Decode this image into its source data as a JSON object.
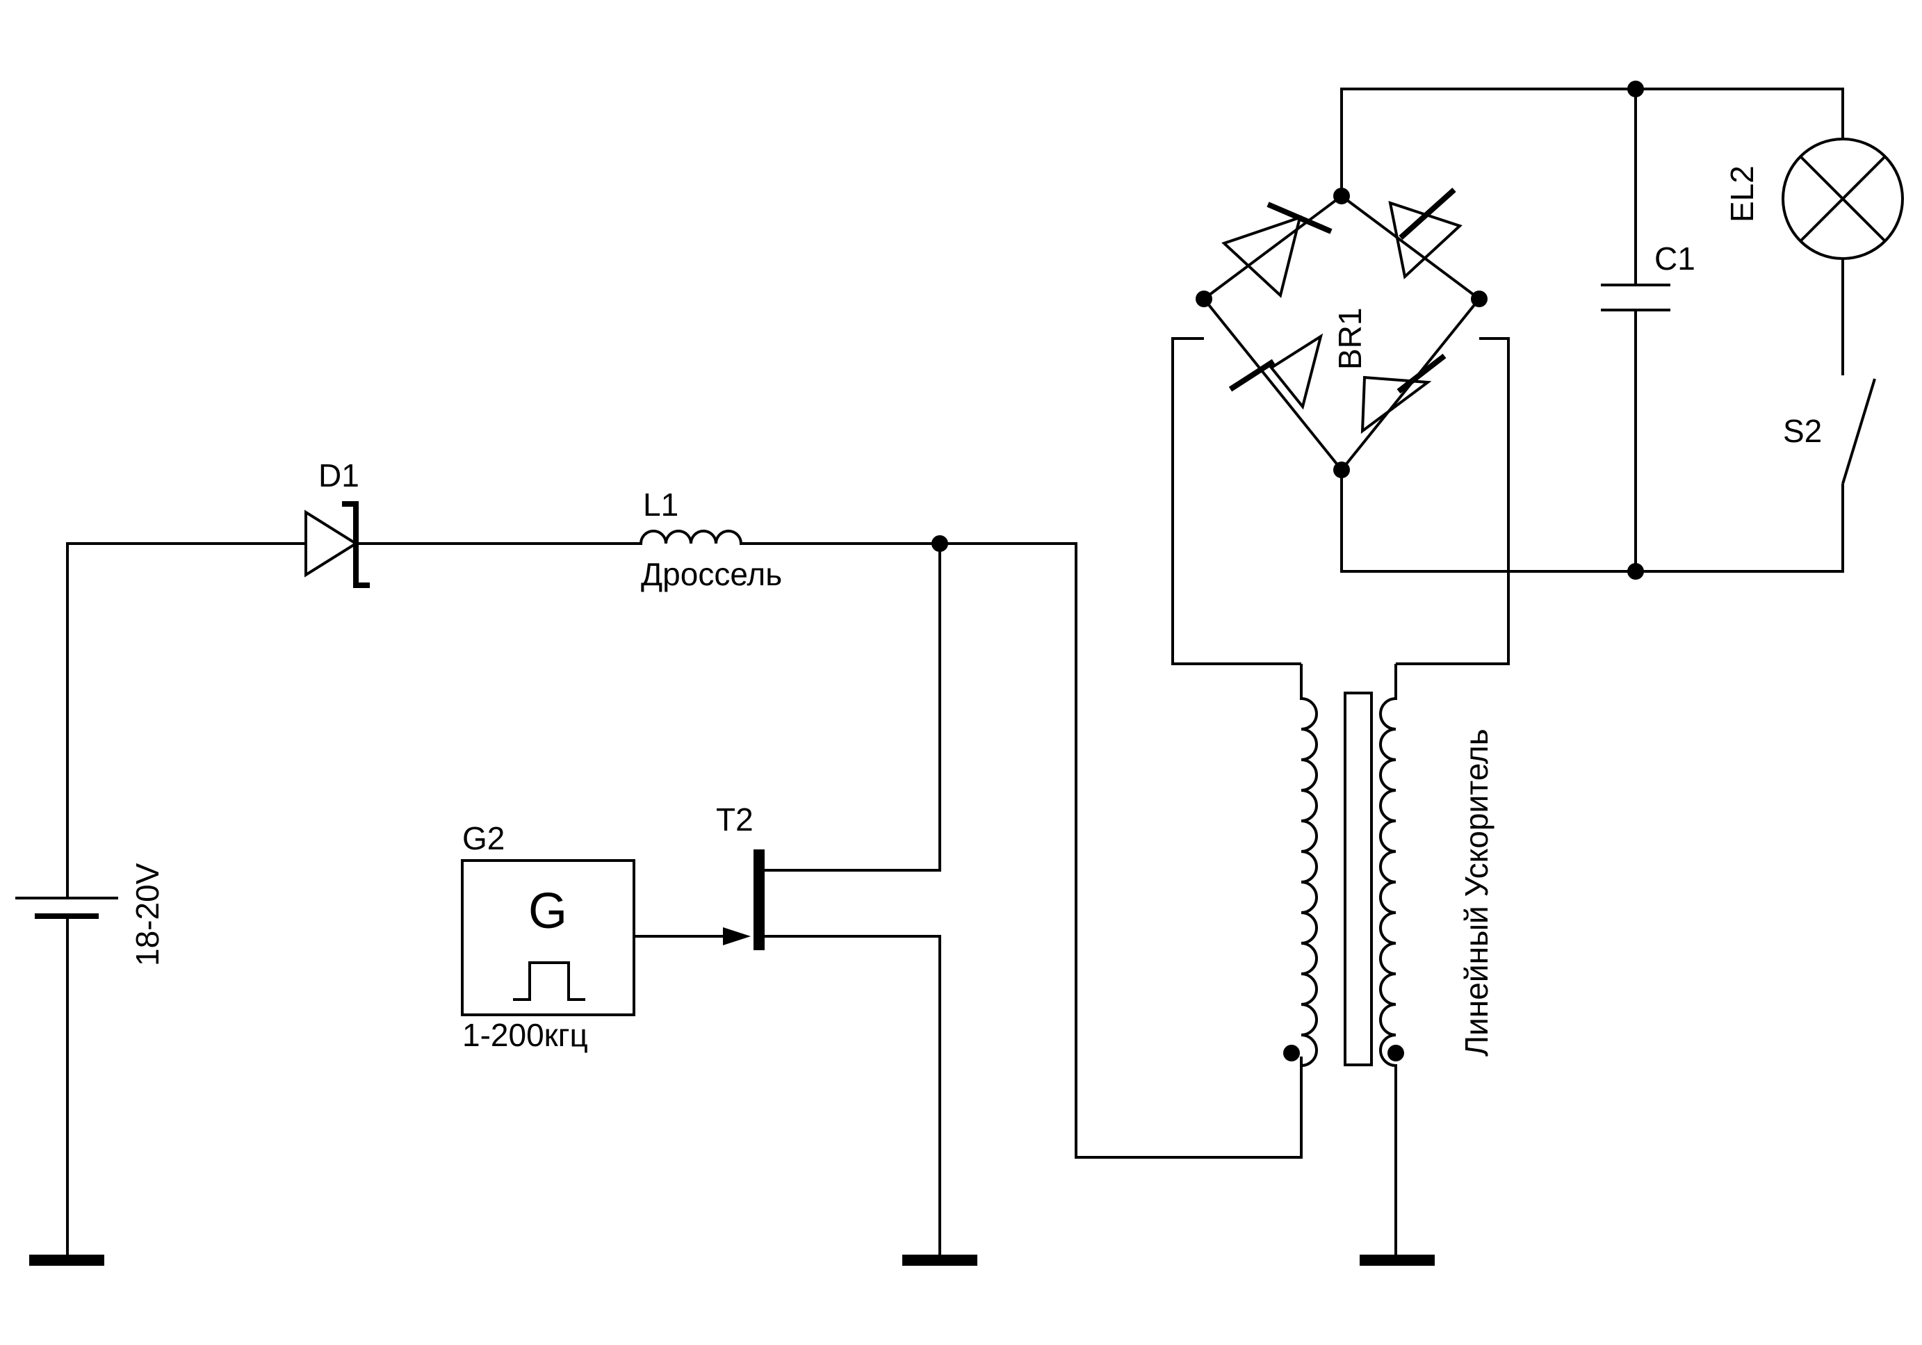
{
  "diagram": {
    "components": {
      "d1": {
        "label": "D1"
      },
      "l1": {
        "label": "L1",
        "caption": "Дроссель"
      },
      "g2": {
        "label": "G2",
        "symbol": "G",
        "caption": "1-200кгц"
      },
      "t2": {
        "label": "T2"
      },
      "battery": {
        "label": "18-20V"
      },
      "br1": {
        "label": "BR1"
      },
      "c1": {
        "label": "C1"
      },
      "el2": {
        "label": "EL2"
      },
      "s2": {
        "label": "S2"
      },
      "transformer": {
        "caption": "Линейный Ускоритель"
      }
    },
    "colors": {
      "ink": "#000000",
      "background": "#ffffff"
    }
  }
}
